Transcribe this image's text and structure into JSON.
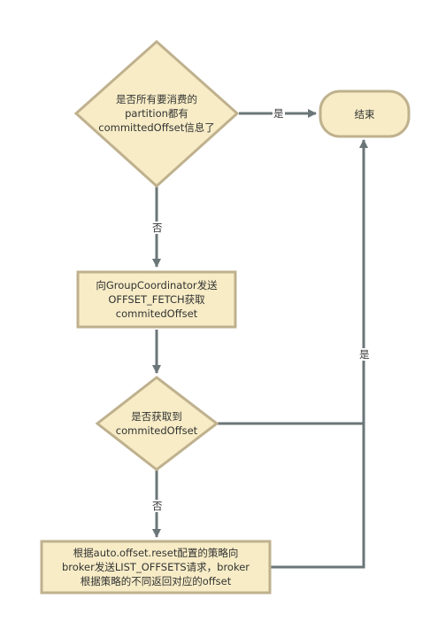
{
  "nodes": {
    "check_all": {
      "lines": [
        "是否所有要消费的",
        "partition都有",
        "committedOffset信息了"
      ]
    },
    "end": {
      "label": "结束"
    },
    "send_fetch": {
      "lines": [
        "向GroupCoordinator发送",
        "OFFSET_FETCH获取",
        "commitedOffset"
      ]
    },
    "check_got": {
      "lines": [
        "是否获取到",
        "commitedOffset"
      ]
    },
    "reset": {
      "lines": [
        "根据auto.offset.reset配置的策略向",
        "broker发送LIST_OFFSETS请求，broker",
        "根据策略的不同返回对应的offset"
      ]
    }
  },
  "edges": {
    "yes_to_end": "是",
    "no_to_fetch": "否",
    "no_to_reset": "否",
    "yes_right": "是"
  },
  "colors": {
    "fill": "#f7ecc6",
    "stroke": "#bfb18e",
    "arrow": "#6b7678",
    "text": "#333333"
  }
}
